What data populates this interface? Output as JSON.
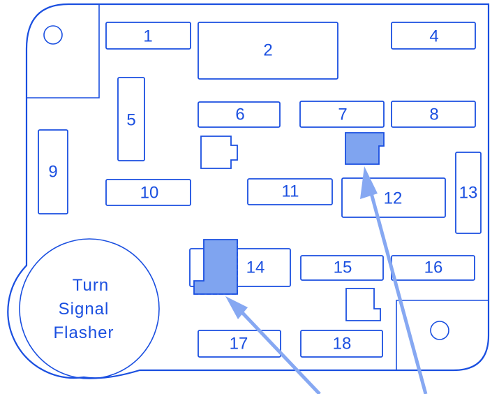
{
  "diagram": {
    "title": "Fuse Panel Layout",
    "colors": {
      "line": "#1a4fe0",
      "highlight": "#7fa4f0",
      "arrow": "#86a8f2"
    },
    "fuses": [
      {
        "id": "1",
        "label": "1"
      },
      {
        "id": "2",
        "label": "2"
      },
      {
        "id": "4",
        "label": "4"
      },
      {
        "id": "5",
        "label": "5"
      },
      {
        "id": "6",
        "label": "6"
      },
      {
        "id": "7",
        "label": "7"
      },
      {
        "id": "8",
        "label": "8"
      },
      {
        "id": "9",
        "label": "9"
      },
      {
        "id": "10",
        "label": "10"
      },
      {
        "id": "11",
        "label": "11"
      },
      {
        "id": "12",
        "label": "12"
      },
      {
        "id": "13",
        "label": "13"
      },
      {
        "id": "14",
        "label": "14"
      },
      {
        "id": "15",
        "label": "15"
      },
      {
        "id": "16",
        "label": "16"
      },
      {
        "id": "17",
        "label": "17"
      },
      {
        "id": "18",
        "label": "18"
      }
    ],
    "flasher": {
      "line1": "Turn",
      "line2": "Signal",
      "line3": "Flasher"
    },
    "highlighted_relays": [
      {
        "name": "relay-near-7",
        "highlighted": true
      },
      {
        "name": "relay-at-14",
        "highlighted": true
      }
    ],
    "pointer_arrows": [
      {
        "name": "arrow-to-relay-near-7"
      },
      {
        "name": "arrow-to-relay-at-14"
      }
    ]
  }
}
